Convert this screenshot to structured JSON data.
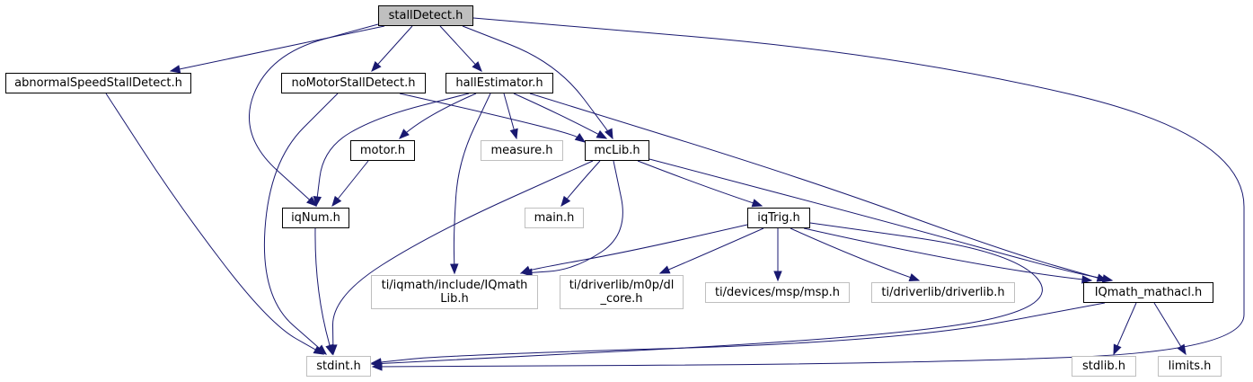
{
  "graph": {
    "edge_color": "#191970",
    "nodes": [
      {
        "id": "stallDetect",
        "label": "stallDetect.h",
        "kind": "root"
      },
      {
        "id": "abnormal",
        "label": "abnormalSpeedStallDetect.h",
        "kind": "normal"
      },
      {
        "id": "noMotor",
        "label": "noMotorStallDetect.h",
        "kind": "normal"
      },
      {
        "id": "hall",
        "label": "hallEstimator.h",
        "kind": "normal"
      },
      {
        "id": "motor",
        "label": "motor.h",
        "kind": "normal"
      },
      {
        "id": "measure",
        "label": "measure.h",
        "kind": "external"
      },
      {
        "id": "mcLib",
        "label": "mcLib.h",
        "kind": "normal"
      },
      {
        "id": "iqNum",
        "label": "iqNum.h",
        "kind": "normal"
      },
      {
        "id": "main",
        "label": "main.h",
        "kind": "external"
      },
      {
        "id": "iqTrig",
        "label": "iqTrig.h",
        "kind": "normal"
      },
      {
        "id": "iqmathlib",
        "label": "ti/iqmath/include/IQmath\nLib.h",
        "kind": "external"
      },
      {
        "id": "dlcore",
        "label": "ti/driverlib/m0p/dl\n_core.h",
        "kind": "external"
      },
      {
        "id": "msp",
        "label": "ti/devices/msp/msp.h",
        "kind": "external"
      },
      {
        "id": "driverlib",
        "label": "ti/driverlib/driverlib.h",
        "kind": "external"
      },
      {
        "id": "mathacl",
        "label": "IQmath_mathacl.h",
        "kind": "normal"
      },
      {
        "id": "stdint",
        "label": "stdint.h",
        "kind": "external"
      },
      {
        "id": "stdlib",
        "label": "stdlib.h",
        "kind": "external"
      },
      {
        "id": "limits",
        "label": "limits.h",
        "kind": "external"
      }
    ],
    "edges": [
      [
        "stallDetect",
        "abnormal"
      ],
      [
        "stallDetect",
        "noMotor"
      ],
      [
        "stallDetect",
        "hall"
      ],
      [
        "stallDetect",
        "iqNum"
      ],
      [
        "stallDetect",
        "mcLib"
      ],
      [
        "stallDetect",
        "stdint"
      ],
      [
        "abnormal",
        "stdint"
      ],
      [
        "noMotor",
        "mcLib"
      ],
      [
        "noMotor",
        "stdint"
      ],
      [
        "hall",
        "motor"
      ],
      [
        "hall",
        "iqNum"
      ],
      [
        "hall",
        "measure"
      ],
      [
        "hall",
        "mcLib"
      ],
      [
        "hall",
        "iqmathlib"
      ],
      [
        "hall",
        "mathacl"
      ],
      [
        "motor",
        "iqNum"
      ],
      [
        "iqNum",
        "stdint"
      ],
      [
        "mcLib",
        "main"
      ],
      [
        "mcLib",
        "iqTrig"
      ],
      [
        "mcLib",
        "iqmathlib"
      ],
      [
        "mcLib",
        "mathacl"
      ],
      [
        "mcLib",
        "stdint"
      ],
      [
        "iqTrig",
        "iqmathlib"
      ],
      [
        "iqTrig",
        "dlcore"
      ],
      [
        "iqTrig",
        "msp"
      ],
      [
        "iqTrig",
        "driverlib"
      ],
      [
        "iqTrig",
        "mathacl"
      ],
      [
        "iqTrig",
        "stdint"
      ],
      [
        "mathacl",
        "stdint"
      ],
      [
        "mathacl",
        "stdlib"
      ],
      [
        "mathacl",
        "limits"
      ]
    ]
  }
}
